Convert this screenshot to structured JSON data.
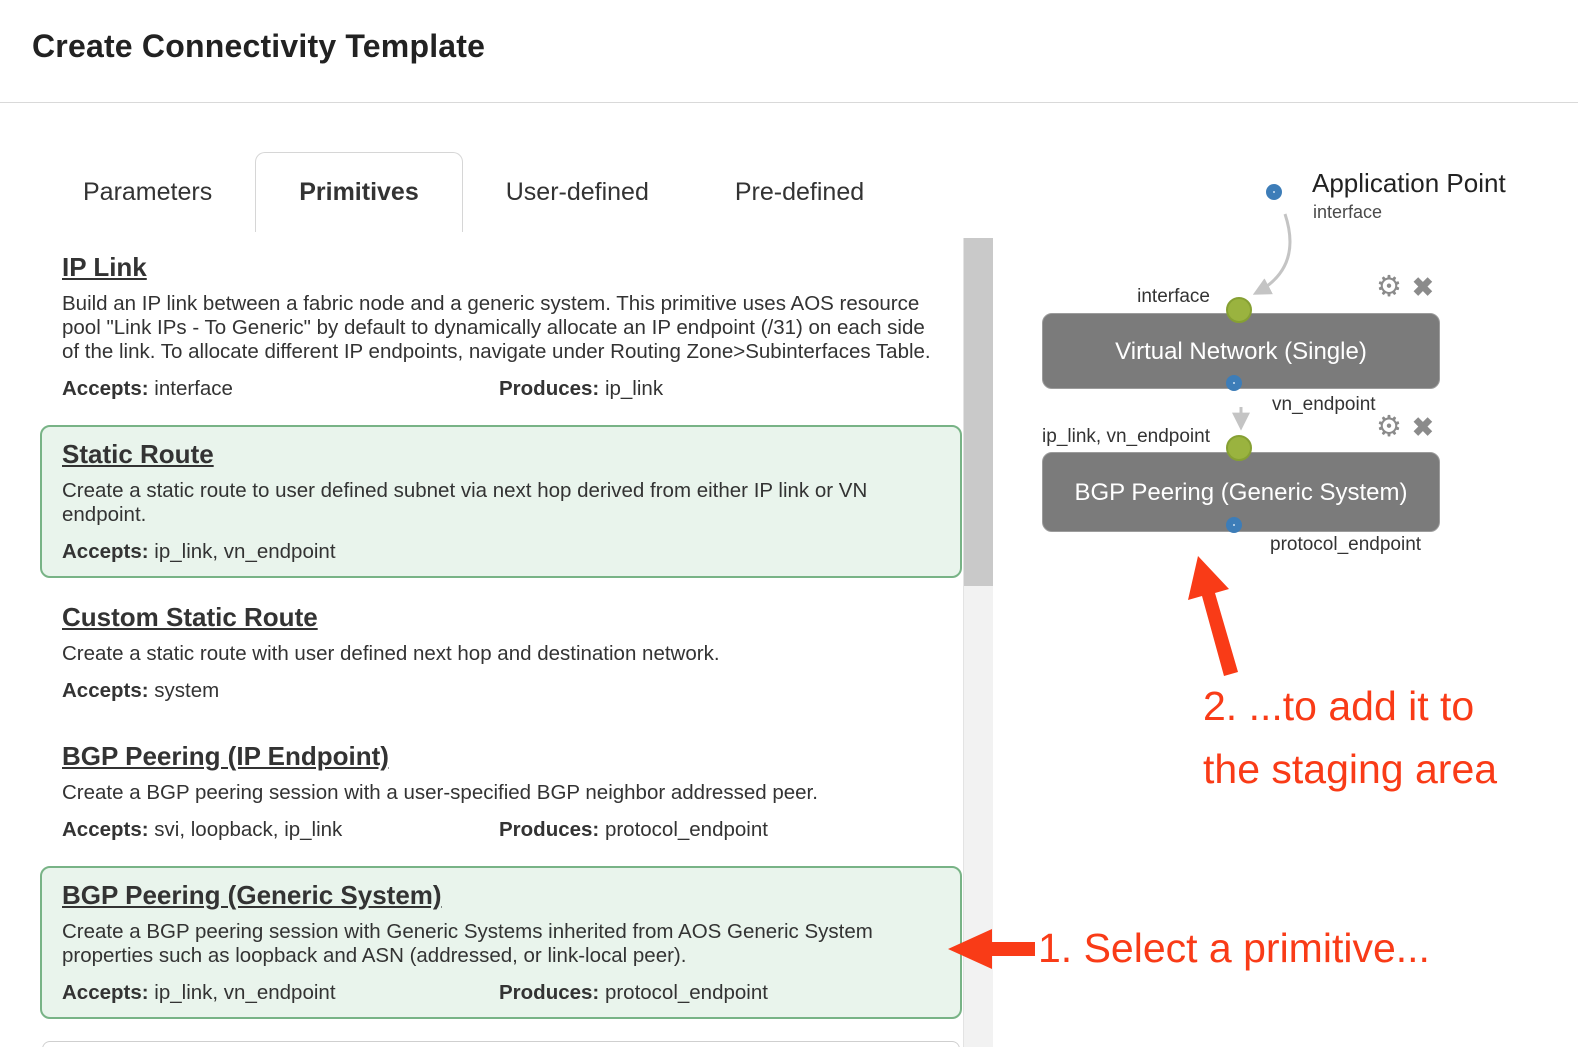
{
  "page": {
    "title": "Create Connectivity Template"
  },
  "tabs": [
    {
      "label": "Parameters"
    },
    {
      "label": "Primitives"
    },
    {
      "label": "User-defined"
    },
    {
      "label": "Pre-defined"
    }
  ],
  "labels": {
    "accepts": "Accepts:",
    "produces": "Produces:"
  },
  "primitives": [
    {
      "title": "IP Link",
      "description": "Build an IP link between a fabric node and a generic system. This primitive uses AOS resource pool \"Link IPs - To Generic\" by default to dynamically allocate an IP endpoint (/31) on each side of the link. To allocate different IP endpoints, navigate under Routing Zone>Subinterfaces Table.",
      "accepts": "interface",
      "produces": "ip_link"
    },
    {
      "title": "Static Route",
      "description": "Create a static route to user defined subnet via next hop derived from either IP link or VN endpoint.",
      "accepts": "ip_link, vn_endpoint"
    },
    {
      "title": "Custom Static Route",
      "description": "Create a static route with user defined next hop and destination network.",
      "accepts": "system"
    },
    {
      "title": "BGP Peering (IP Endpoint)",
      "description": "Create a BGP peering session with a user-specified BGP neighbor addressed peer.",
      "accepts": "svi, loopback, ip_link",
      "produces": "protocol_endpoint"
    },
    {
      "title": "BGP Peering (Generic System)",
      "description": "Create a BGP peering session with Generic Systems inherited from AOS Generic System properties such as loopback and ASN (addressed, or link-local peer).",
      "accepts": "ip_link, vn_endpoint",
      "produces": "protocol_endpoint"
    }
  ],
  "staging": {
    "application_point": {
      "title": "Application Point",
      "subtitle": "interface"
    },
    "nodes": [
      {
        "name": "Virtual Network (Single)",
        "input_label": "interface",
        "output_label": "vn_endpoint"
      },
      {
        "name": "BGP Peering (Generic System)",
        "input_label": "ip_link, vn_endpoint",
        "output_label": "protocol_endpoint"
      }
    ]
  },
  "annotations": {
    "step1": "1. Select a primitive...",
    "step2_line1": "2. ...to add it to",
    "step2_line2": "the staging area"
  },
  "icons": {
    "gear": "⚙",
    "close": "✖"
  },
  "colors": {
    "selected_bg": "#e9f4ec",
    "selected_border": "#78b386",
    "node_bg": "#7b7b7b",
    "green_dot": "#9ab33f",
    "blue_dot": "#3d7db8",
    "annotation_red": "#f93b17",
    "connector_gray": "#c4c4c4"
  }
}
